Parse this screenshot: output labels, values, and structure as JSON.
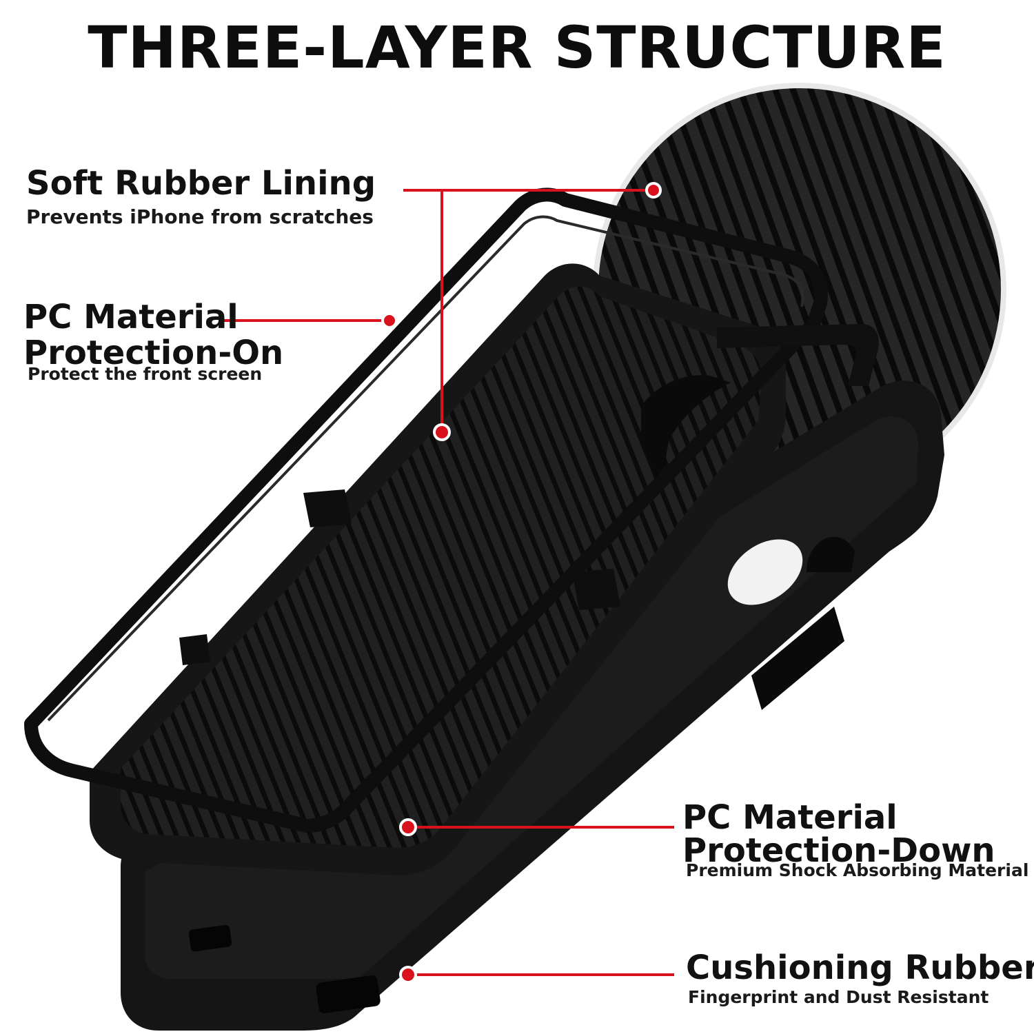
{
  "title": "THREE-LAYER STRUCTURE",
  "accent_color": "#d8111c",
  "callouts": [
    {
      "heading": "Soft Rubber Lining",
      "subtitle": "Prevents iPhone from scratches"
    },
    {
      "heading_lines": [
        "PC Material",
        "Protection-On"
      ],
      "subtitle": "Protect the front screen"
    },
    {
      "heading_lines": [
        "PC Material",
        "Protection-Down"
      ],
      "subtitle": "Premium Shock Absorbing Material"
    },
    {
      "heading": "Cushioning Rubber",
      "subtitle": "Fingerprint and Dust Resistant"
    }
  ]
}
